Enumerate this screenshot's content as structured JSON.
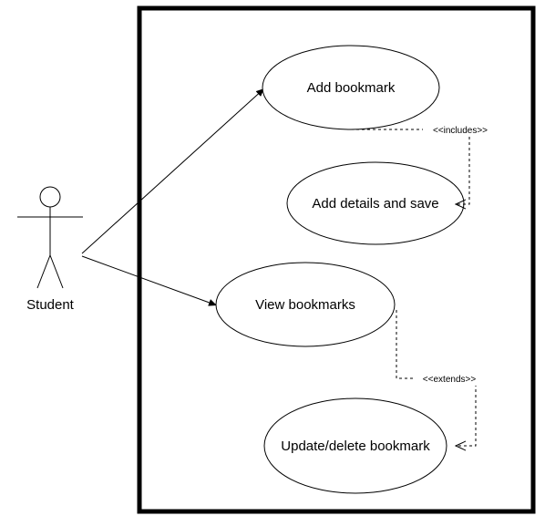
{
  "diagram": {
    "actor": {
      "name": "Student"
    },
    "use_cases": [
      {
        "id": "add-bookmark",
        "label": "Add bookmark"
      },
      {
        "id": "add-details-and-save",
        "label": "Add details and save"
      },
      {
        "id": "view-bookmarks",
        "label": "View bookmarks"
      },
      {
        "id": "update-delete-bookmark",
        "label": "Update/delete bookmark"
      }
    ],
    "relationships": [
      {
        "from": "Student",
        "to": "Add bookmark",
        "type": "association"
      },
      {
        "from": "Student",
        "to": "View bookmarks",
        "type": "association"
      },
      {
        "from": "Add bookmark",
        "to": "Add details and save",
        "type": "include",
        "label": "<<includes>>"
      },
      {
        "from": "View bookmarks",
        "to": "Update/delete bookmark",
        "type": "extend",
        "label": "<<extends>>"
      }
    ],
    "colors": {
      "line": "#000000",
      "background": "#ffffff"
    }
  }
}
